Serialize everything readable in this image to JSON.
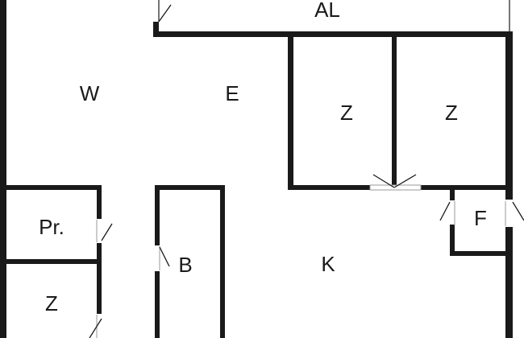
{
  "floorplan": {
    "rooms": [
      {
        "id": "al",
        "label": "AL"
      },
      {
        "id": "w",
        "label": "W"
      },
      {
        "id": "e",
        "label": "E"
      },
      {
        "id": "z1",
        "label": "Z"
      },
      {
        "id": "z2",
        "label": "Z"
      },
      {
        "id": "pr",
        "label": "Pr."
      },
      {
        "id": "f",
        "label": "F"
      },
      {
        "id": "b",
        "label": "B"
      },
      {
        "id": "k",
        "label": "K"
      },
      {
        "id": "z3",
        "label": "Z"
      }
    ]
  },
  "colors": {
    "wall": "#1a1a1a",
    "background": "#ffffff"
  }
}
